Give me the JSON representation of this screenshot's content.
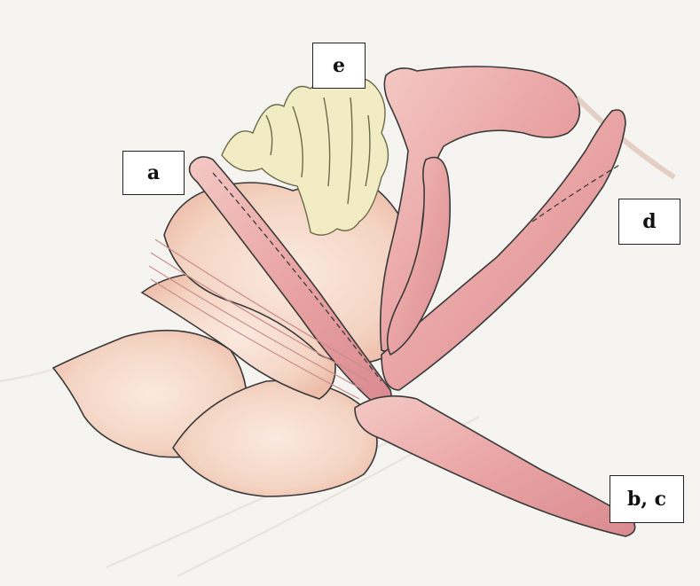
{
  "labels": {
    "a": "a",
    "bc": "b, c",
    "d": "d",
    "e": "e"
  },
  "colors": {
    "background": "#f6f4f1",
    "tissue_fill": "#f6d9cc",
    "vessel_fill": "#e8a5a5",
    "vessel_highlight": "#f3c7c2",
    "fat_fill": "#f2ecc4",
    "outline": "#3a3a3a"
  }
}
